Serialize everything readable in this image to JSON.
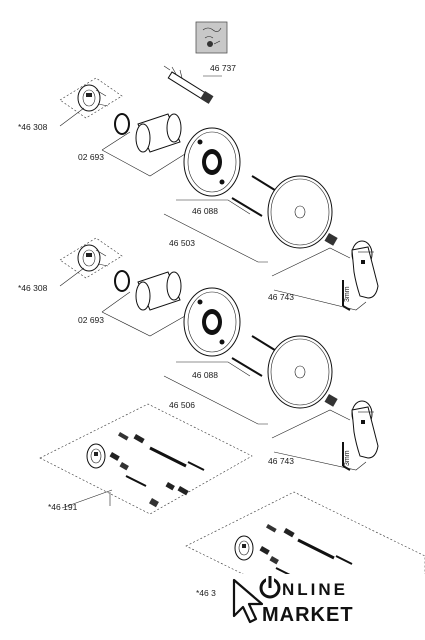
{
  "labels": {
    "rod": "46 737",
    "cartridge_a": "*46 308",
    "oring_a": "02 693",
    "screws_a": "46 088",
    "set_a": "46 503",
    "lever_a": "46 743",
    "cartridge_b": "*46 308",
    "oring_b": "02 693",
    "screws_b": "46 088",
    "set_b": "46 506",
    "lever_b": "46 743",
    "kit_a": "*46 191",
    "kit_b_partial": "*46 3",
    "hex_a": "3mm",
    "hex_b": "3mm"
  },
  "logo": {
    "line1": "NLINE",
    "line2": "MARKET"
  },
  "colors": {
    "ink": "#111111",
    "icon_bg": "#c8c8c8",
    "accent": "#000000"
  },
  "icons": [
    "water-tap-symbol-icon",
    "cursor-arrow-icon",
    "power-icon"
  ]
}
